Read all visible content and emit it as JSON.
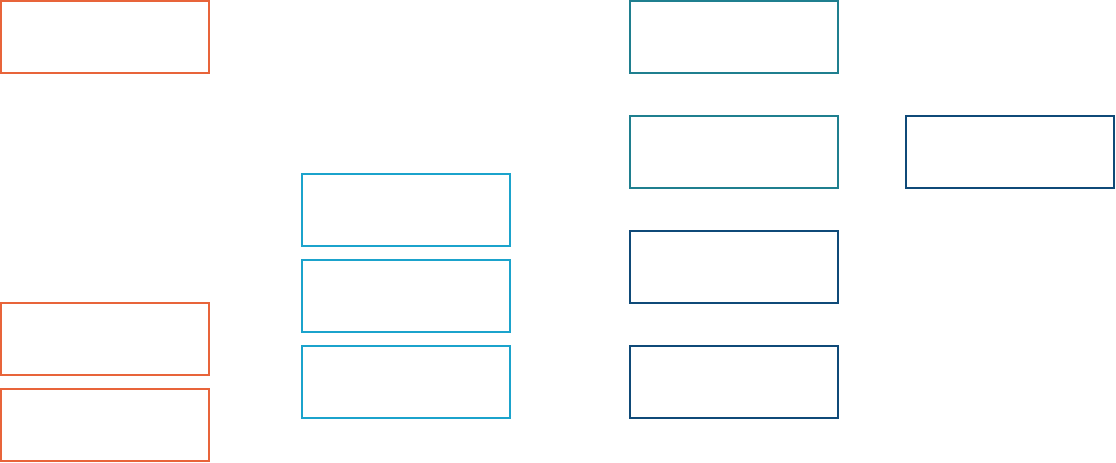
{
  "colors": {
    "orange": "#e8643a",
    "light_blue": "#1ba3cc",
    "teal": "#1f7f8f",
    "dark_blue": "#0f4a78"
  },
  "boxes": [
    {
      "color": "orange",
      "label": ""
    },
    {
      "color": "orange",
      "label": ""
    },
    {
      "color": "orange",
      "label": ""
    },
    {
      "color": "light_blue",
      "label": ""
    },
    {
      "color": "light_blue",
      "label": ""
    },
    {
      "color": "light_blue",
      "label": ""
    },
    {
      "color": "teal",
      "label": ""
    },
    {
      "color": "teal",
      "label": ""
    },
    {
      "color": "dark_blue",
      "label": ""
    },
    {
      "color": "dark_blue",
      "label": ""
    },
    {
      "color": "dark_blue",
      "label": ""
    }
  ]
}
